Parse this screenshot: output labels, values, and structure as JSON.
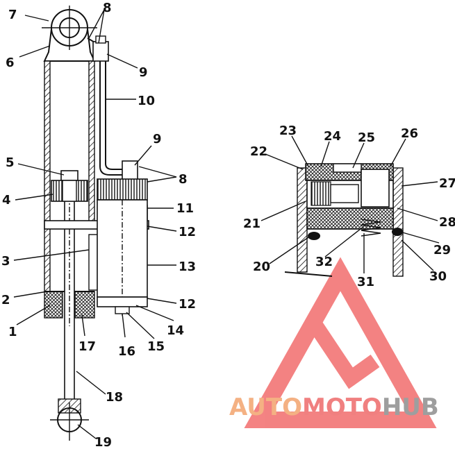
{
  "diagram": {
    "callouts": [
      "7",
      "8",
      "6",
      "9",
      "10",
      "9",
      "5",
      "8",
      "4",
      "11",
      "12",
      "3",
      "13",
      "2",
      "12",
      "1",
      "17",
      "16",
      "15",
      "14",
      "18",
      "19",
      "23",
      "24",
      "25",
      "26",
      "22",
      "27",
      "21",
      "28",
      "20",
      "32",
      "31",
      "29",
      "30"
    ]
  },
  "watermark": {
    "text_part1": "AUTO",
    "text_part2": "MOTO",
    "text_part3": "HUB",
    "colors": {
      "auto": "#f4b183",
      "moto": "#f08080",
      "hub": "#9e9e9e",
      "logo": "#f26d6d"
    }
  }
}
